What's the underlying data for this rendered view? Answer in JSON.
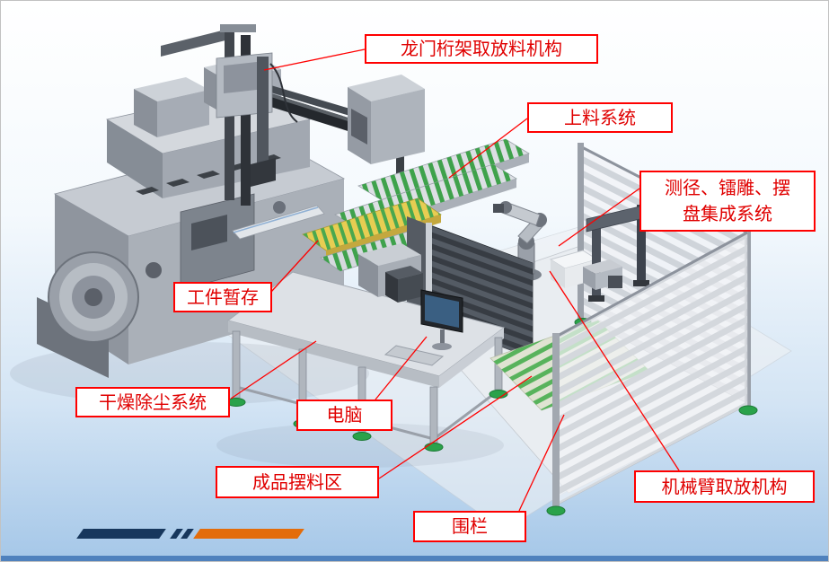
{
  "slide": {
    "background_top": "#ffffff",
    "background_bottom": "#a5c7e8"
  },
  "colors": {
    "label-border": "#ff0000",
    "label-text": "#e00000",
    "leader-line": "#ff0000",
    "accent-navy": "#17375d",
    "accent-orange": "#e36c0a",
    "bottom-line": "#4f81bd"
  },
  "labels": [
    {
      "name": "gantry-pick-place",
      "text": "龙门桁架取放料机构"
    },
    {
      "name": "feeding-system",
      "text": "上料系统"
    },
    {
      "name": "measure-laser-tray-system",
      "text": "测径、镭雕、摆\n盘集成系统"
    },
    {
      "name": "workpiece-staging",
      "text": "工件暂存"
    },
    {
      "name": "drying-dedusting-system",
      "text": "干燥除尘系统"
    },
    {
      "name": "computer",
      "text": "电脑"
    },
    {
      "name": "finished-goods-area",
      "text": "成品摆料区"
    },
    {
      "name": "fence",
      "text": "围栏"
    },
    {
      "name": "robot-arm-pick-place",
      "text": "机械臂取放机构"
    }
  ]
}
